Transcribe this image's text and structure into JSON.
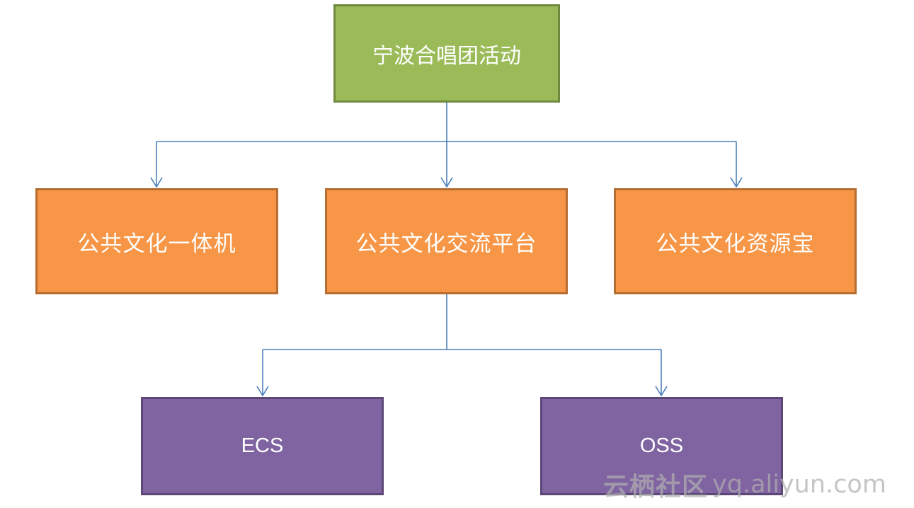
{
  "colors": {
    "root_fill": "#9BBB59",
    "root_border": "#71893F",
    "mid_fill": "#F79646",
    "mid_border": "#B66D31",
    "leaf_fill": "#8064A2",
    "leaf_border": "#5C4776",
    "connector": "#4A7EBB",
    "text": "#FFFFFF"
  },
  "diagram": {
    "root": {
      "label": "宁波合唱团活动"
    },
    "level2": [
      {
        "label": "公共文化一体机"
      },
      {
        "label": "公共文化交流平台"
      },
      {
        "label": "公共文化资源宝"
      }
    ],
    "level3": [
      {
        "label": "ECS"
      },
      {
        "label": "OSS"
      }
    ]
  },
  "watermark": {
    "brand": "云栖社区",
    "domain": "yq.aliyun.com"
  }
}
